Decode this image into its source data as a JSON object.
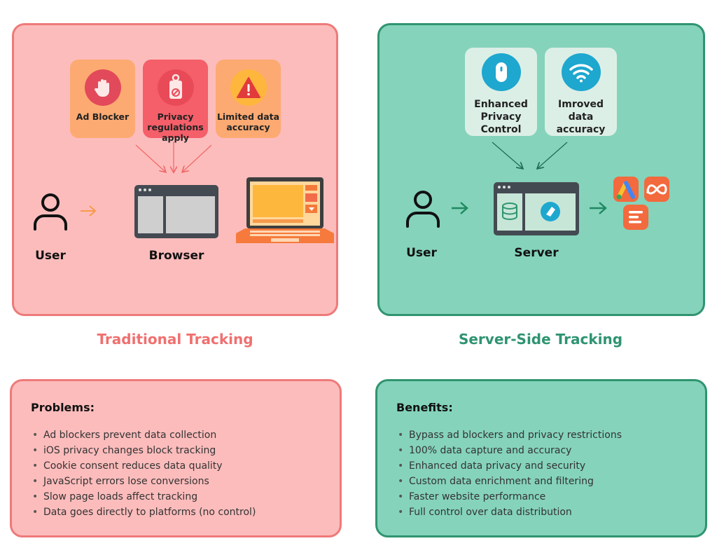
{
  "traditional": {
    "title": "Traditional Tracking",
    "issues": [
      {
        "label": "Ad Blocker",
        "icon": "hand-stop-icon"
      },
      {
        "label": "Privacy regulations apply",
        "icon": "lock-door-sign-icon"
      },
      {
        "label": "Limited data accuracy",
        "icon": "warning-triangle-icon"
      }
    ],
    "user_label": "User",
    "browser_label": "Browser",
    "problems": {
      "heading": "Problems:",
      "items": [
        "Ad blockers prevent data collection",
        "iOS privacy changes block tracking",
        "Cookie consent reduces data quality",
        "JavaScript errors lose conversions",
        "Slow page loads affect tracking",
        "Data goes directly to platforms (no control)"
      ]
    }
  },
  "server_side": {
    "title": "Server-Side Tracking",
    "benefit_cards": [
      {
        "label": "Enhanced Privacy Control",
        "icon": "mouse-icon"
      },
      {
        "label": "Imroved data accuracy",
        "icon": "wifi-icon"
      }
    ],
    "user_label": "User",
    "server_label": "Server",
    "platforms": [
      "google-ads-icon",
      "meta-icon",
      "analytics-icon"
    ],
    "benefits": {
      "heading": "Benefits:",
      "items": [
        "Bypass ad blockers and privacy restrictions",
        "100% data capture and accuracy",
        "Enhanced data privacy and security",
        "Custom data enrichment and filtering",
        "Faster website performance",
        "Full control over data distribution"
      ]
    }
  },
  "colors": {
    "traditional_accent": "#f07070",
    "server_accent": "#2f9470"
  }
}
